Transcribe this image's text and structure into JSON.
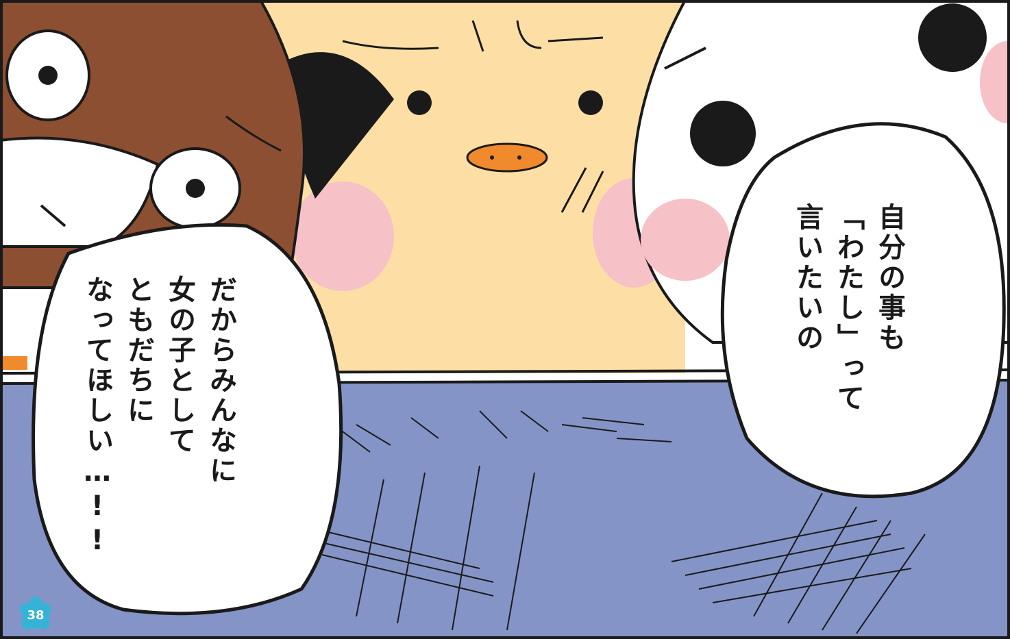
{
  "panel": {
    "speech_right": "自分の事も\n「わたし」って\n言いたいの",
    "speech_left": "だからみんなに\n女の子として\nともだちに\nなってほしい…!!"
  },
  "page_number": "38",
  "colors": {
    "floor": "#8494c6",
    "wall": "#fddfa6",
    "brown": "#8c4f31",
    "blush": "#f6c1c7",
    "beak": "#f18a2c",
    "page_badge": "#35b3d6",
    "ink": "#1a1a1a"
  }
}
